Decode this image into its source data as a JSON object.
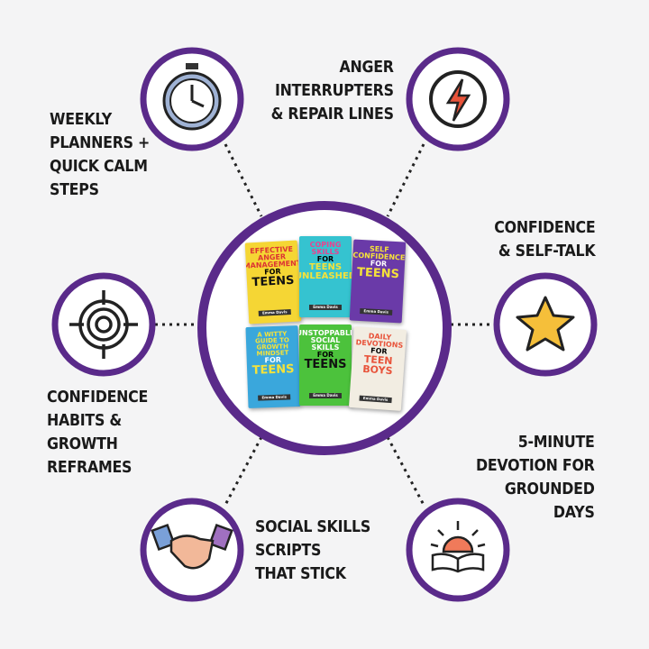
{
  "colors": {
    "accent": "#5a2a8a",
    "background": "#f4f4f5",
    "dots": "#222222"
  },
  "center": {
    "books": [
      {
        "title_top": "EFFECTIVE ANGER MANAGEMENT",
        "title_mid": "FOR",
        "title_big": "TEENS",
        "author": "Emma Davis",
        "color": "#f5d634"
      },
      {
        "title_top": "COPING SKILLS",
        "title_mid": "FOR",
        "title_big": "TEENS UNLEASHED",
        "author": "Emma Davis",
        "color": "#35c3d0"
      },
      {
        "title_top": "SELF CONFIDENCE",
        "title_mid": "FOR",
        "title_big": "TEENS",
        "author": "Emma Davis",
        "color": "#6a3aa8"
      },
      {
        "title_top": "A WITTY GUIDE TO GROWTH MINDSET",
        "title_mid": "FOR",
        "title_big": "TEENS",
        "author": "Emma Davis",
        "color": "#3aa7dc"
      },
      {
        "title_top": "UNSTOPPABLE SOCIAL SKILLS",
        "title_mid": "FOR",
        "title_big": "TEENS",
        "author": "Emma Davis",
        "color": "#4cc23c"
      },
      {
        "title_top": "DAILY DEVOTIONS",
        "title_mid": "FOR",
        "title_big": "TEEN BOYS",
        "author": "Emma Davis",
        "color": "#f2ede2"
      }
    ]
  },
  "nodes": [
    {
      "icon": "stopwatch-icon",
      "lines": [
        "WEEKLY",
        "PLANNERS +",
        "QUICK CALM",
        "STEPS"
      ]
    },
    {
      "icon": "lightning-bolt-icon",
      "lines": [
        "ANGER",
        "INTERRUPTERS",
        "& REPAIR LINES"
      ]
    },
    {
      "icon": "target-icon",
      "lines": [
        "CONFIDENCE",
        "HABITS &",
        "GROWTH",
        "REFRAMES"
      ]
    },
    {
      "icon": "star-icon",
      "lines": [
        "CONFIDENCE",
        "& SELF-TALK"
      ]
    },
    {
      "icon": "handshake-icon",
      "lines": [
        "SOCIAL SKILLS",
        "SCRIPTS",
        "THAT STICK"
      ]
    },
    {
      "icon": "sunrise-book-icon",
      "lines": [
        "5-MINUTE",
        "DEVOTION FOR",
        "GROUNDED",
        "DAYS"
      ]
    }
  ]
}
